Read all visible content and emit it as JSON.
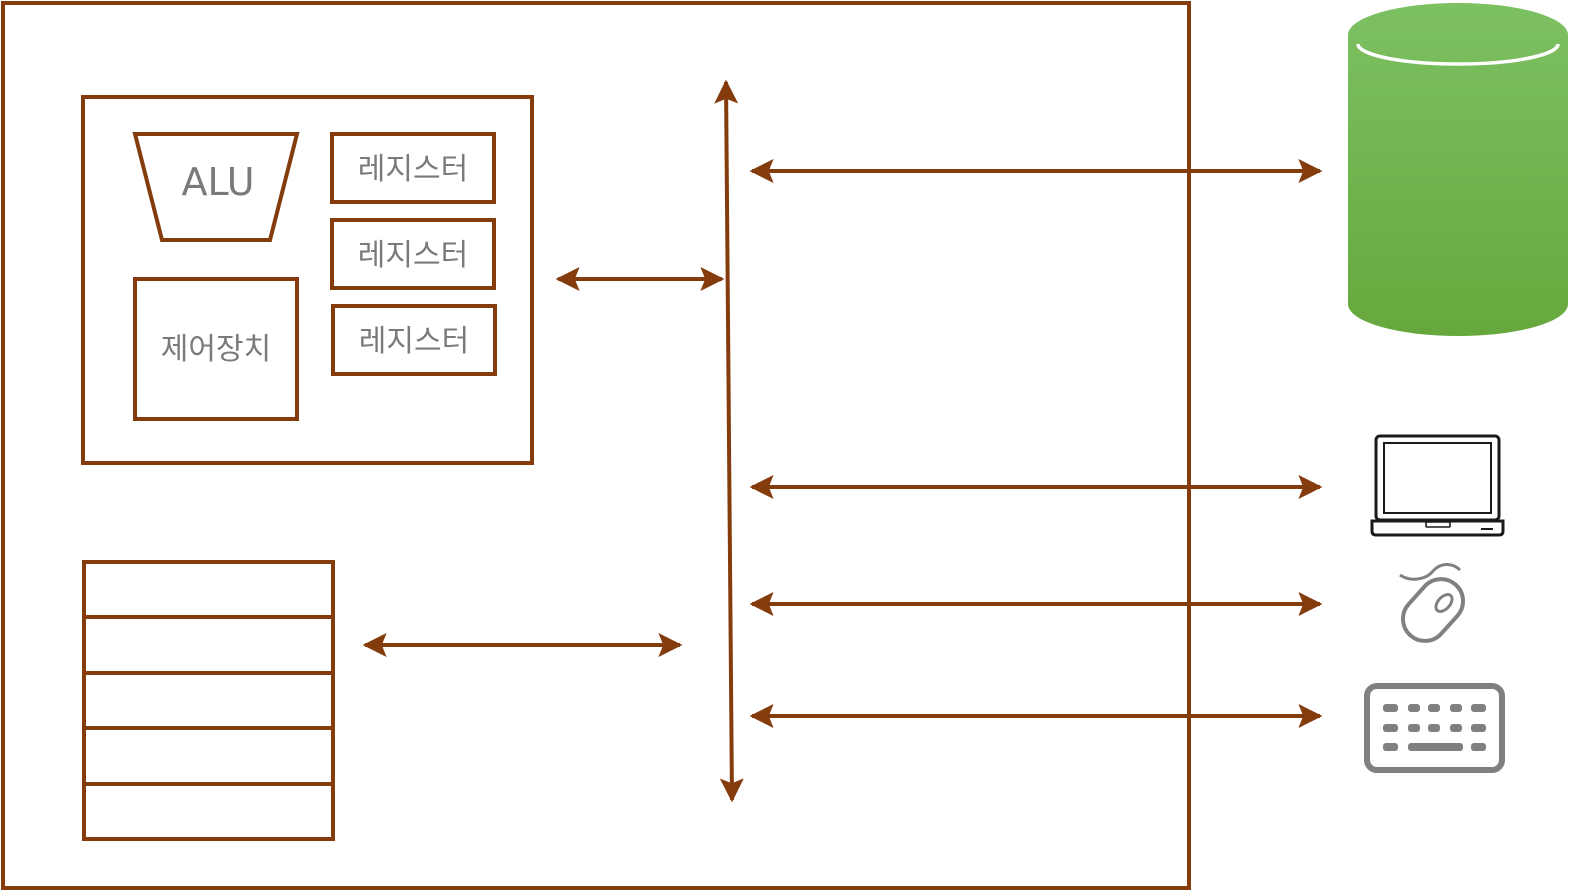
{
  "colors": {
    "stroke": "#843c0c",
    "label": "#7a7a7a",
    "storage_top": "#7dc062",
    "storage_bottom": "#66a83c",
    "device_dark": "#1a1a1a",
    "device_gray": "#808080"
  },
  "cpu": {
    "alu_label": "ALU",
    "control_unit_label": "제어장치",
    "registers": [
      "레지스터",
      "레지스터",
      "레지스터"
    ]
  },
  "memory": {
    "slot_count": 5
  },
  "io_devices": {
    "storage_icon": "database-cylinder-icon",
    "monitor_icon": "laptop-icon",
    "mouse_icon": "mouse-icon",
    "keyboard_icon": "keyboard-icon"
  }
}
